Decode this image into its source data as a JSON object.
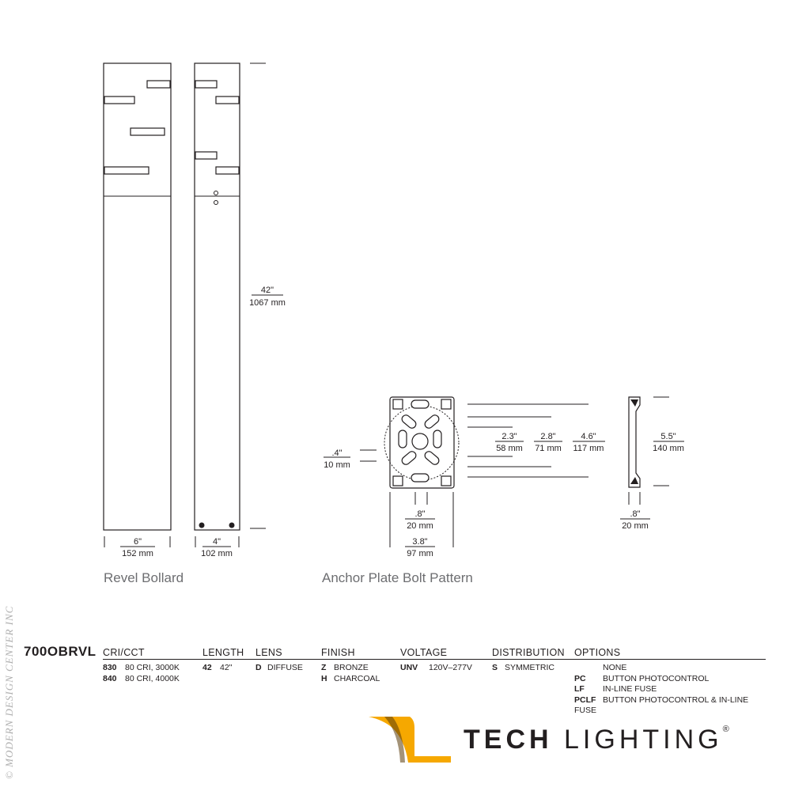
{
  "watermark": "© MODERN DESIGN CENTER INC",
  "drawing": {
    "bollard_caption": "Revel Bollard",
    "anchor_caption": "Anchor Plate Bolt Pattern",
    "dims": {
      "height": {
        "in": "42\"",
        "mm": "1067 mm"
      },
      "front_width": {
        "in": "6\"",
        "mm": "152 mm"
      },
      "side_width": {
        "in": "4\"",
        "mm": "102 mm"
      },
      "offset_left": {
        "in": ".4\"",
        "mm": "10 mm"
      },
      "slot_a": {
        "in": "2.3\"",
        "mm": "58 mm"
      },
      "slot_b": {
        "in": "2.8\"",
        "mm": "71 mm"
      },
      "plate_span": {
        "in": "4.6\"",
        "mm": "117 mm"
      },
      "plate_height": {
        "in": "5.5\"",
        "mm": "140 mm"
      },
      "bolt_center": {
        "in": ".8\"",
        "mm": "20 mm"
      },
      "plate_width": {
        "in": "3.8\"",
        "mm": "97 mm"
      },
      "profile_depth": {
        "in": ".8\"",
        "mm": "20 mm"
      }
    }
  },
  "spec": {
    "model": "700OBRVL",
    "columns": [
      {
        "header": "CRI/CCT",
        "rows": [
          {
            "code": "830",
            "text": "80 CRI, 3000K"
          },
          {
            "code": "840",
            "text": "80 CRI, 4000K"
          }
        ]
      },
      {
        "header": "LENGTH",
        "rows": [
          {
            "code": "42",
            "text": "42\""
          }
        ]
      },
      {
        "header": "LENS",
        "rows": [
          {
            "code": "D",
            "text": "DIFFUSE"
          }
        ]
      },
      {
        "header": "FINISH",
        "rows": [
          {
            "code": "Z",
            "text": "BRONZE"
          },
          {
            "code": "H",
            "text": "CHARCOAL"
          }
        ]
      },
      {
        "header": "VOLTAGE",
        "rows": [
          {
            "code": "UNV",
            "text": "120V–277V"
          }
        ]
      },
      {
        "header": "DISTRIBUTION",
        "rows": [
          {
            "code": "S",
            "text": "SYMMETRIC"
          }
        ]
      },
      {
        "header": "OPTIONS",
        "rows": [
          {
            "code": "",
            "text": "NONE"
          },
          {
            "code": "PC",
            "text": "BUTTON PHOTOCONTROL"
          },
          {
            "code": "LF",
            "text": "IN-LINE FUSE"
          },
          {
            "code": "PCLF",
            "text": "BUTTON PHOTOCONTROL & IN-LINE FUSE"
          }
        ]
      }
    ]
  },
  "logo": {
    "word1": "TECH",
    "word2": "LIGHTING",
    "mark": "®",
    "accent": "#f6a800"
  }
}
